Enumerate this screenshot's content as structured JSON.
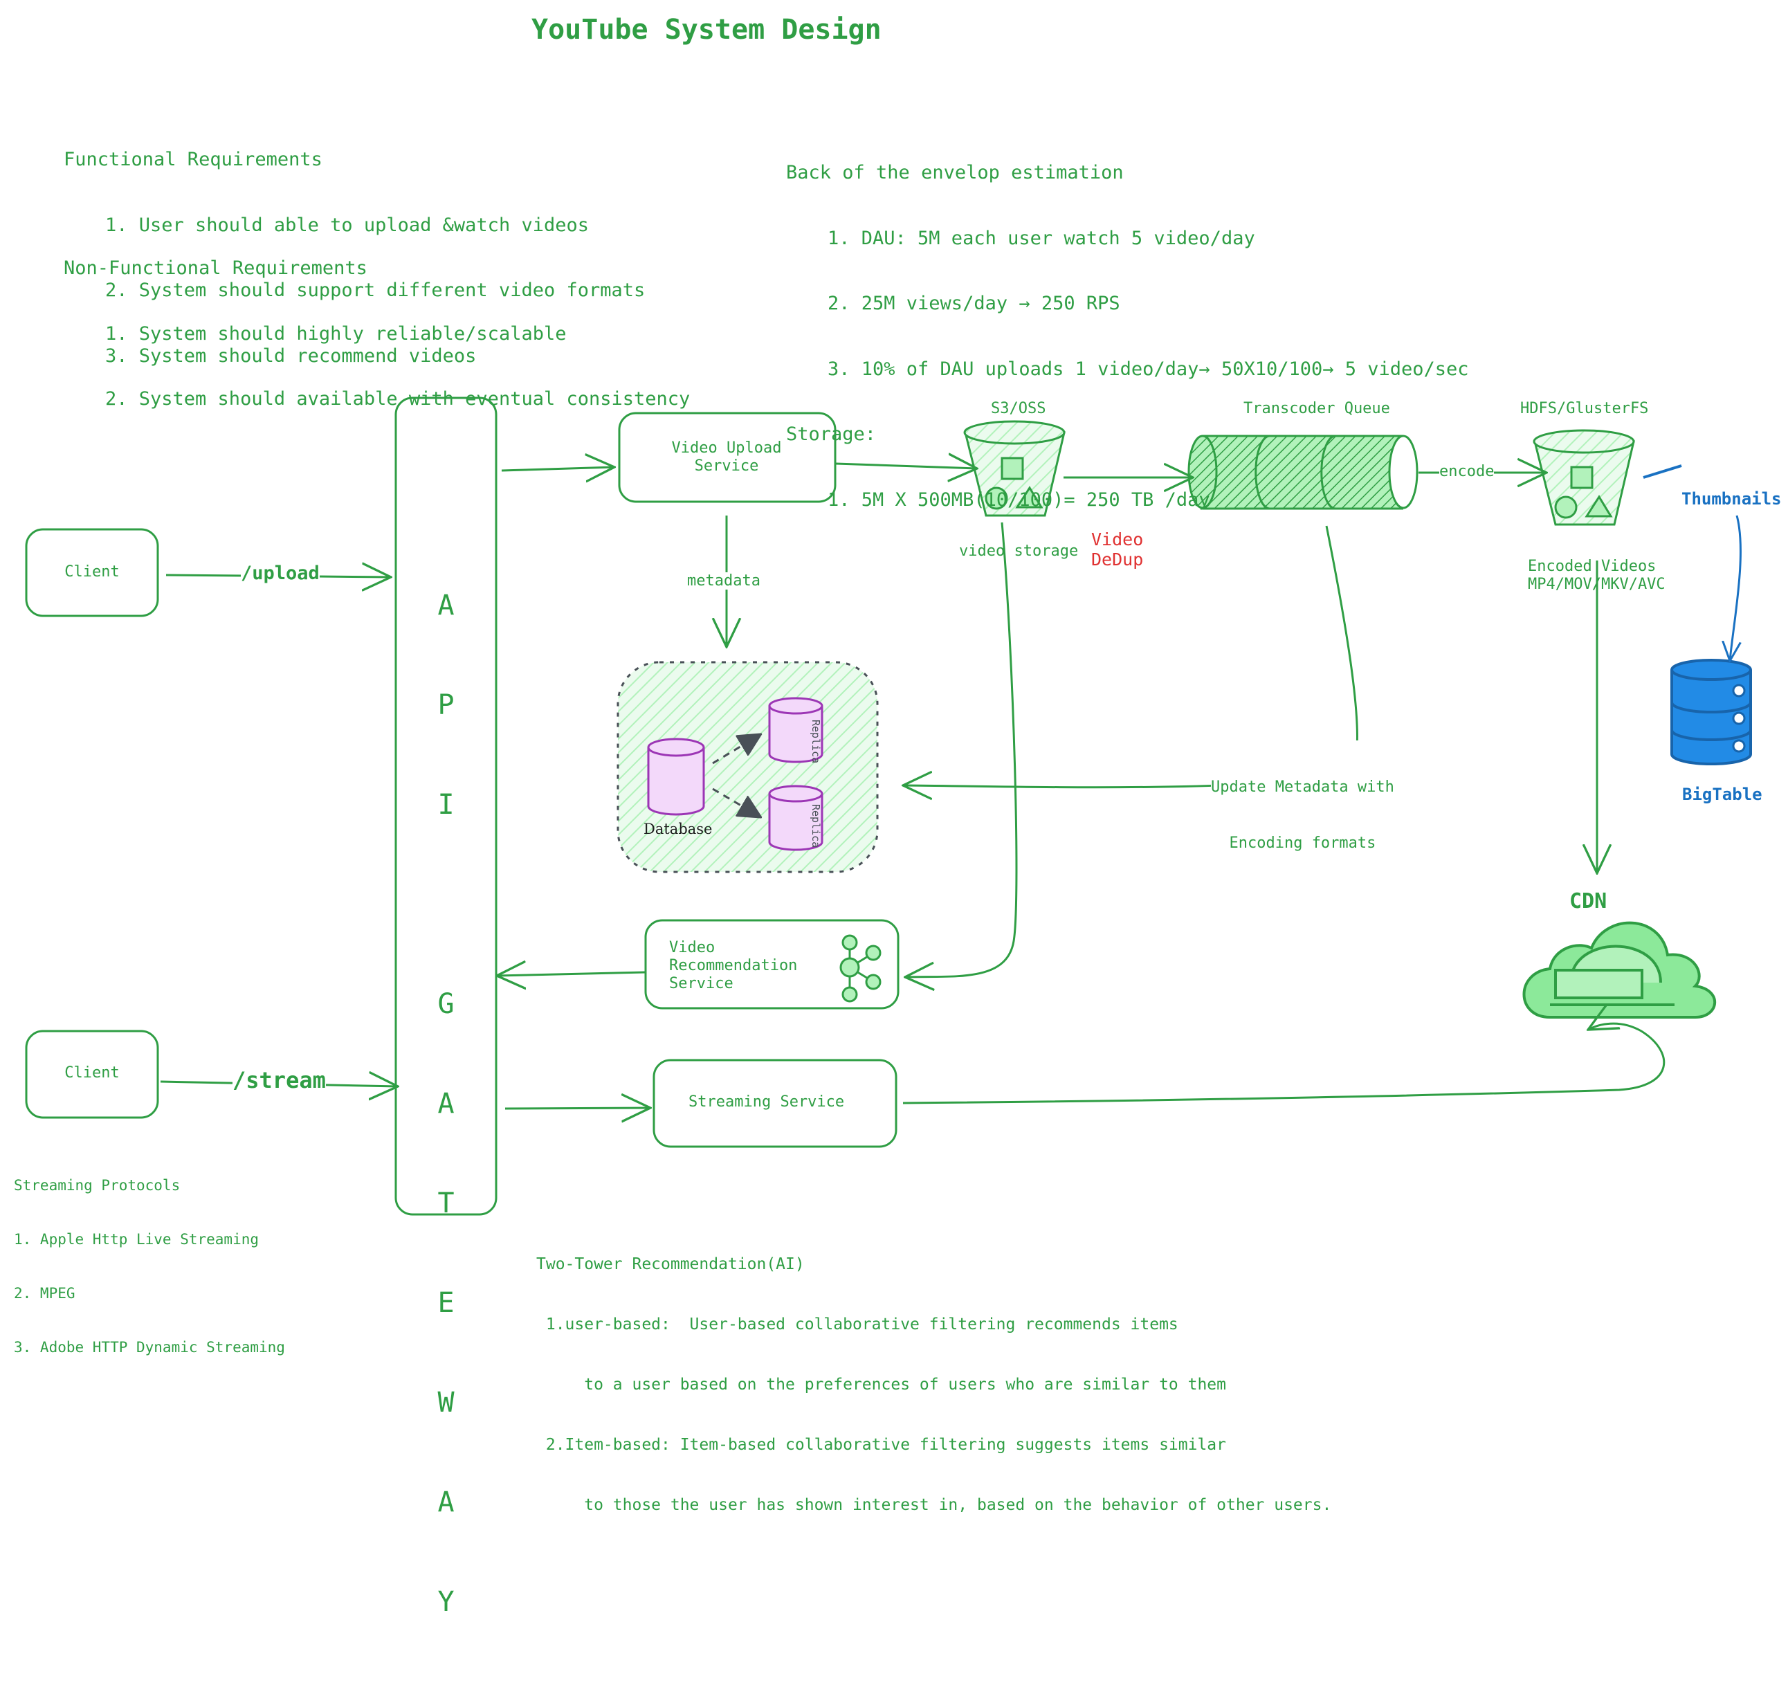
{
  "title": "YouTube System Design",
  "functional": {
    "heading": "Functional Requirements",
    "items": [
      "1. User should able to upload &watch videos",
      "2. System should support different video formats",
      "3. System should recommend videos"
    ]
  },
  "non_functional": {
    "heading": "Non-Functional Requirements",
    "items": [
      "1. System should highly reliable/scalable",
      "2. System should available with eventual consistency"
    ]
  },
  "estimation": {
    "heading": "Back of the envelop estimation",
    "items": [
      "1. DAU: 5M each user watch 5 video/day",
      "2. 25M views/day → 250 RPS",
      "3. 10% of DAU uploads 1 video/day→ 50X10/100→ 5 video/sec"
    ],
    "storage_heading": "Storage:",
    "storage_items": [
      "1. 5M X 500MB(10/100)= 250 TB /day"
    ]
  },
  "nodes": {
    "client_upload": "Client",
    "client_stream": "Client",
    "api_gateway": "A P I  G A T E W A Y",
    "video_upload_service": "Video Upload Service",
    "s3": "S3/OSS",
    "video_storage": "video storage",
    "video_dedup": "Video DeDup",
    "transcoder_queue": "Transcoder Queue",
    "hdfs": "HDFS/GlusterFS",
    "encoded_videos_line1": "Encoded Videos",
    "encoded_videos_line2": "MP4/MOV/MKV/AVC",
    "thumbnails": "Thumbnails",
    "bigtable": "BigTable",
    "cdn": "CDN",
    "database": "Database",
    "replica": "Replica",
    "recommendation_service": "Video Recommendation Service",
    "streaming_service": "Streaming Service"
  },
  "edges": {
    "upload": "/upload",
    "stream": "/stream",
    "metadata": "metadata",
    "encode": "encode",
    "update_metadata_line1": "Update Metadata with",
    "update_metadata_line2": "Encoding formats"
  },
  "streaming_protocols": {
    "heading": "Streaming Protocols",
    "items": [
      "1. Apple Http Live Streaming",
      "2. MPEG",
      "3. Adobe HTTP Dynamic Streaming"
    ]
  },
  "two_tower": {
    "heading": "Two-Tower Recommendation(AI)",
    "lines": [
      " 1.user-based:  User-based collaborative filtering recommends items",
      "     to a user based on the preferences of users who are similar to them",
      " 2.Item-based: Item-based collaborative filtering suggests items similar",
      "     to those the user has shown interest in, based on the behavior of other users."
    ]
  },
  "colors": {
    "green": "#2f9e44",
    "light_green": "#b2f2bb",
    "purple": "#9c36b5",
    "red": "#e03131",
    "blue": "#1971c2",
    "blue_fill": "#228be6"
  }
}
